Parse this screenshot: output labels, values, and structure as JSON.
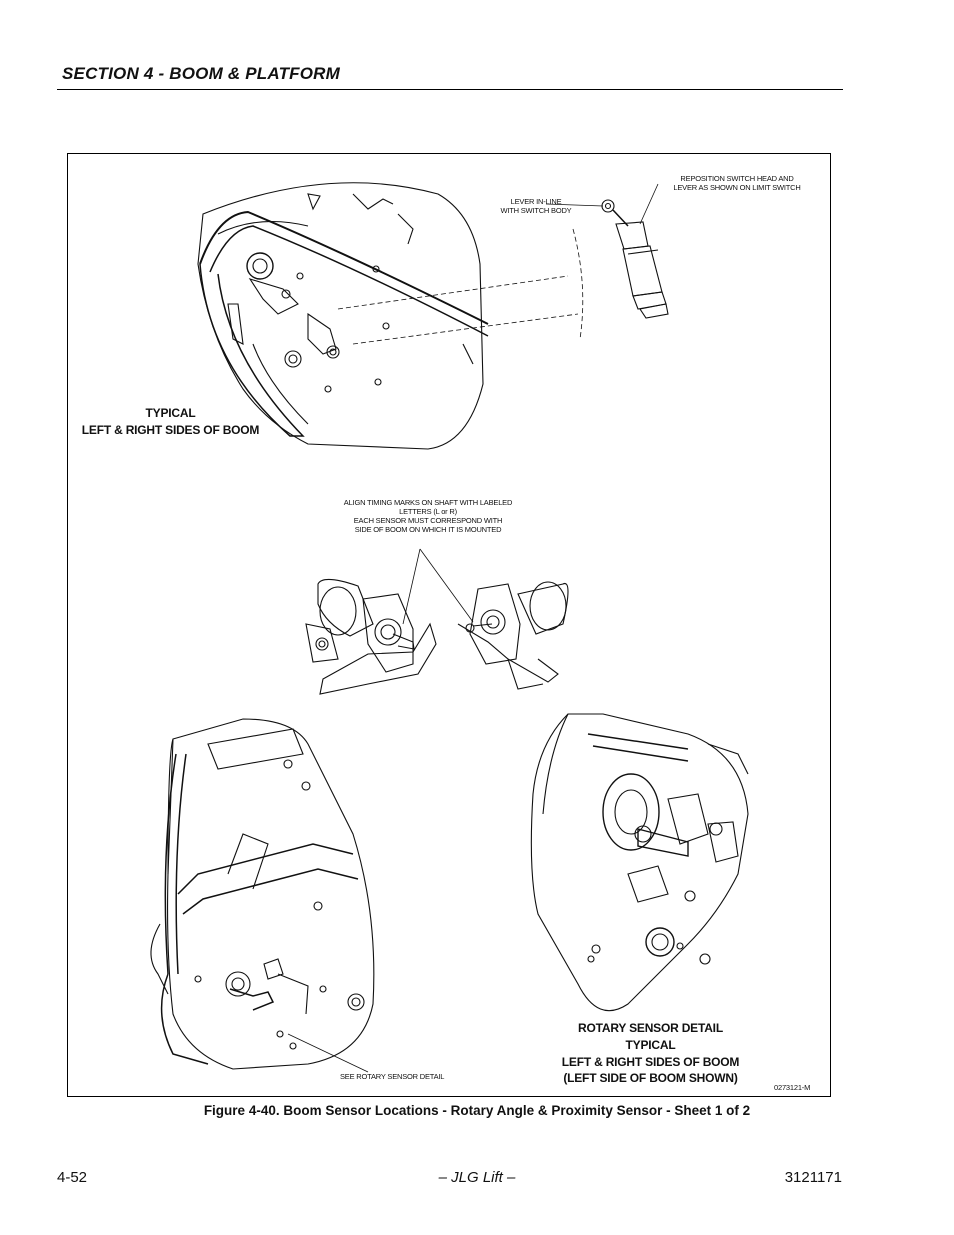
{
  "header": {
    "section_title": "SECTION 4 - BOOM & PLATFORM"
  },
  "figure": {
    "labels": {
      "lever_inline": [
        "LEVER IN-LINE",
        "WITH SWITCH BODY"
      ],
      "reposition_switch": [
        "REPOSITION SWITCH HEAD AND",
        "LEVER AS SHOWN ON LIMIT SWITCH"
      ],
      "typical_top": [
        "TYPICAL",
        "LEFT & RIGHT SIDES OF BOOM"
      ],
      "align_timing": [
        "ALIGN TIMING MARKS ON SHAFT WITH LABELED",
        "LETTERS (L or R)",
        "EACH SENSOR MUST CORRESPOND WITH",
        "SIDE OF BOOM ON WHICH IT IS MOUNTED"
      ],
      "rotary_detail": [
        "ROTARY SENSOR DETAIL",
        "TYPICAL",
        "LEFT & RIGHT SIDES OF BOOM",
        "(LEFT SIDE OF BOOM SHOWN)"
      ],
      "see_rotary": "SEE ROTARY SENSOR DETAIL",
      "drawing_number": "0273121-M"
    },
    "caption": "Figure 4-40.  Boom Sensor Locations - Rotary Angle & Proximity Sensor - Sheet 1 of 2"
  },
  "footer": {
    "page_number": "4-52",
    "center_text": "– JLG Lift –",
    "doc_number": "3121171"
  }
}
